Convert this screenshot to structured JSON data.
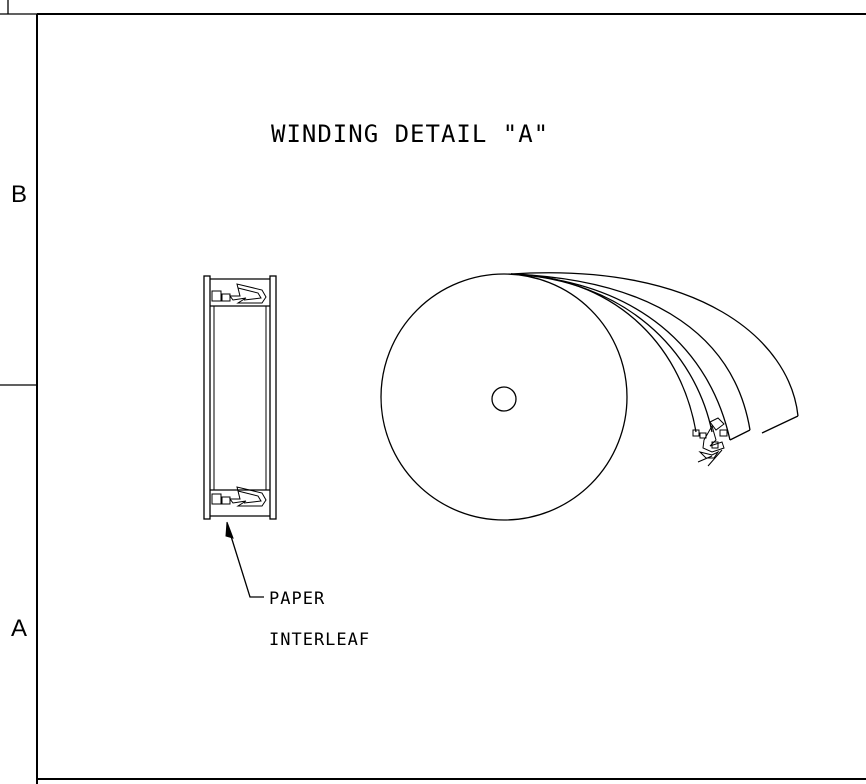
{
  "sheet": {
    "zone_upper": "B",
    "zone_lower": "A"
  },
  "detail": {
    "title": "WINDING DETAIL \"A\""
  },
  "callout": {
    "line1": "PAPER",
    "line2": "INTERLEAF"
  }
}
